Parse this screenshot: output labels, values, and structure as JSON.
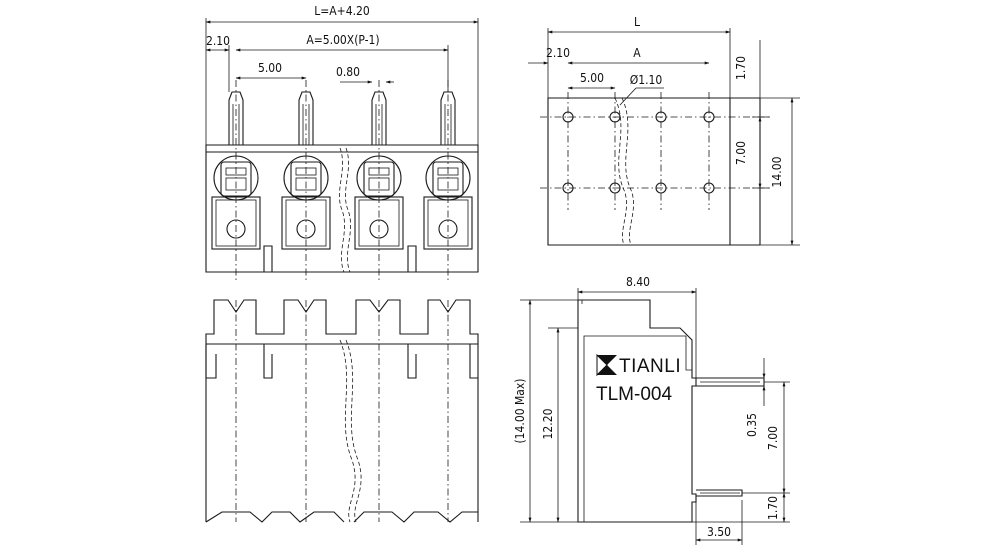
{
  "dims": {
    "total_length": "L=A+4.20",
    "offset": "2.10",
    "pitch_formula": "A=5.00X(P-1)",
    "pitch": "5.00",
    "pin_width": "0.80",
    "L": "L",
    "A": "A",
    "side_offset": "2.10",
    "side_pitch": "5.00",
    "hole_dia": "Ø1.10",
    "top_margin": "1.70",
    "row_spacing": "7.00",
    "height_total": "14.00",
    "depth": "8.40",
    "max_height": "(14.00 Max)",
    "body_height": "12.20",
    "pin_thickness": "0.35",
    "pin_spacing_side": "7.00",
    "pin_bottom": "1.70",
    "pin_length": "3.50"
  },
  "brand": {
    "logo_text": "TIANLI",
    "model": "TLM-004"
  }
}
